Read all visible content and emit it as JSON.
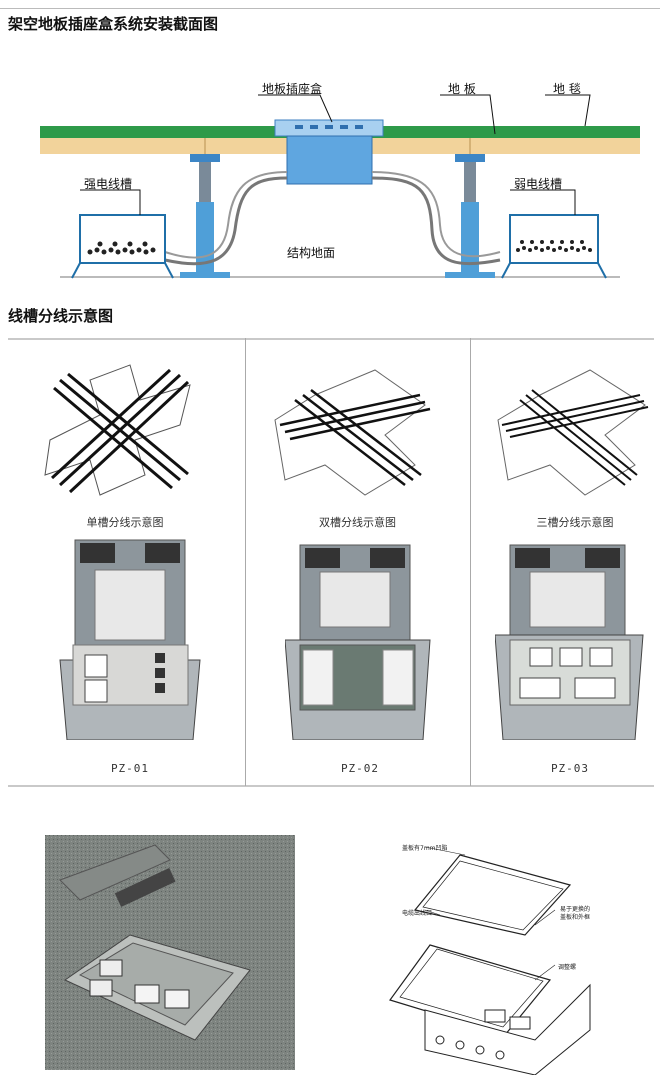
{
  "section1": {
    "title": "架空地板插座盒系统安装截面图",
    "labels": {
      "socket_box": "地板插座盒",
      "floor": "地 板",
      "carpet": "地 毯",
      "strong_trough": "强电线槽",
      "weak_trough": "弱电线槽",
      "structure_floor": "结构地面"
    }
  },
  "section2": {
    "title": "线槽分线示意图",
    "panels": [
      {
        "caption": "单槽分线示意图",
        "model": "PZ-01"
      },
      {
        "caption": "双槽分线示意图",
        "model": "PZ-02"
      },
      {
        "caption": "三槽分线示意图",
        "model": "PZ-03"
      }
    ]
  },
  "section3": {
    "labels": {
      "cover_recess": "盖板有7mm凹陷",
      "cable_exit": "电缆出线口",
      "easy_replace": "易于更换的",
      "cover_and_frame": "盖板和外框",
      "adjust_screw": "调整螺"
    }
  },
  "colors": {
    "floor_green": "#2e9a49",
    "floor_tan": "#f2d39b",
    "support_blue": "#4f9fd8",
    "box_blue": "#5fa6e0"
  }
}
